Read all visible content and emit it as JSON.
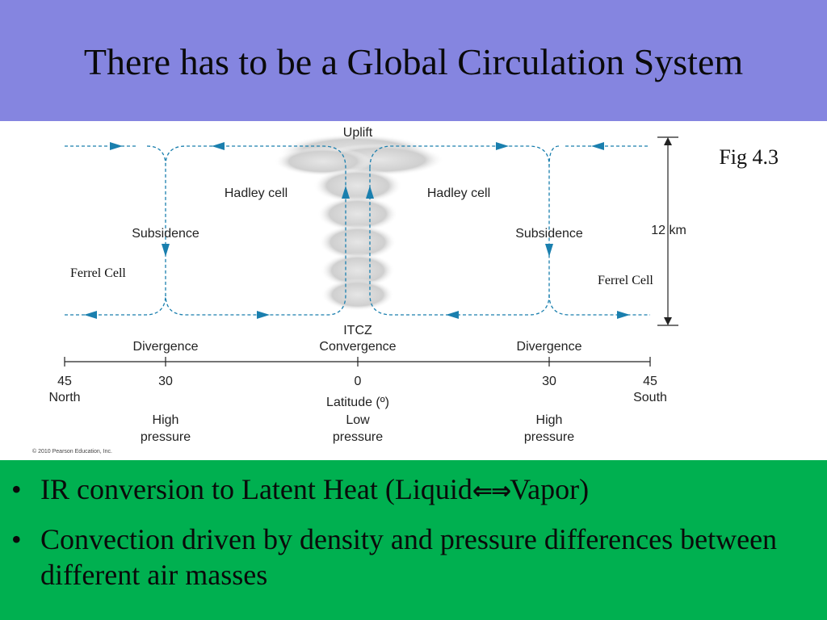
{
  "slide": {
    "title": "There has to be a Global Circulation System",
    "fig_label": "Fig 4.3",
    "colors": {
      "title_bg": "#8585e0",
      "bullets_bg": "#00b050",
      "flow": "#1a7fae"
    }
  },
  "diagram": {
    "uplift": "Uplift",
    "hadley_left": "Hadley cell",
    "hadley_right": "Hadley cell",
    "subsidence_left": "Subsidence",
    "subsidence_right": "Subsidence",
    "height": "12 km",
    "ferrel_left": "Ferrel Cell",
    "ferrel_right": "Ferrel Cell",
    "divergence_left": "Divergence",
    "itcz": "ITCZ",
    "convergence": "Convergence",
    "divergence_right": "Divergence",
    "ticks": [
      {
        "value": "45",
        "sub": "North"
      },
      {
        "value": "30",
        "sub": ""
      },
      {
        "value": "0",
        "sub": ""
      },
      {
        "value": "30",
        "sub": ""
      },
      {
        "value": "45",
        "sub": "South"
      }
    ],
    "axis_label": "Latitude (º)",
    "pressure_left": [
      "High",
      "pressure"
    ],
    "pressure_center": [
      "Low",
      "pressure"
    ],
    "pressure_right": [
      "High",
      "pressure"
    ],
    "copyright": "© 2010 Pearson Education, Inc."
  },
  "bullets": {
    "item1_prefix": "IR conversion to Latent Heat (Liquid",
    "item1_arrows": "⇐⇒",
    "item1_suffix": "Vapor)",
    "item2": "Convection driven by density and pressure differences between different air masses"
  }
}
